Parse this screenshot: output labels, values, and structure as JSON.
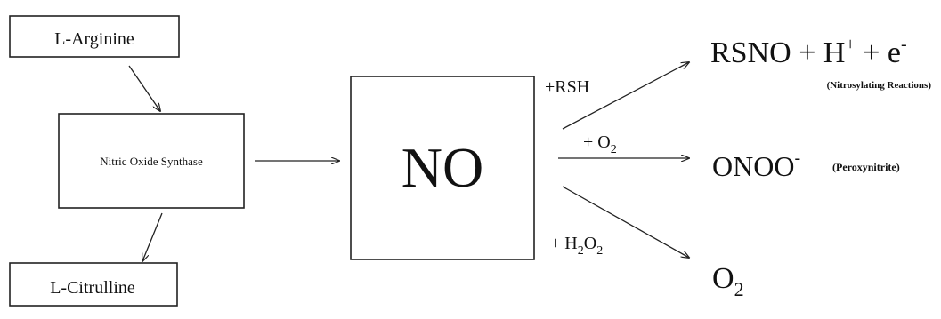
{
  "nodes": {
    "arginine": "L-Arginine",
    "synthase": "Nitric Oxide Synthase",
    "citrulline": "L-Citrulline",
    "no": "NO"
  },
  "reagents": {
    "rsh": "+RSH",
    "o2_prefix": "+ O",
    "o2_sub": "2",
    "h2o2_prefix": "+ H",
    "h2o2_sub1": "2",
    "h2o2_mid": "O",
    "h2o2_sub2": "2"
  },
  "products": {
    "rsno_main": "RSNO + H",
    "rsno_sup1": "+",
    "rsno_mid": " + e",
    "rsno_sup2": "-",
    "rsno_note": "(Nitrosylating Reactions)",
    "onoo_main": "ONOO",
    "onoo_sup": "-",
    "onoo_note": "(Peroxynitrite)",
    "o2_main": "O",
    "o2_sub": "2"
  }
}
